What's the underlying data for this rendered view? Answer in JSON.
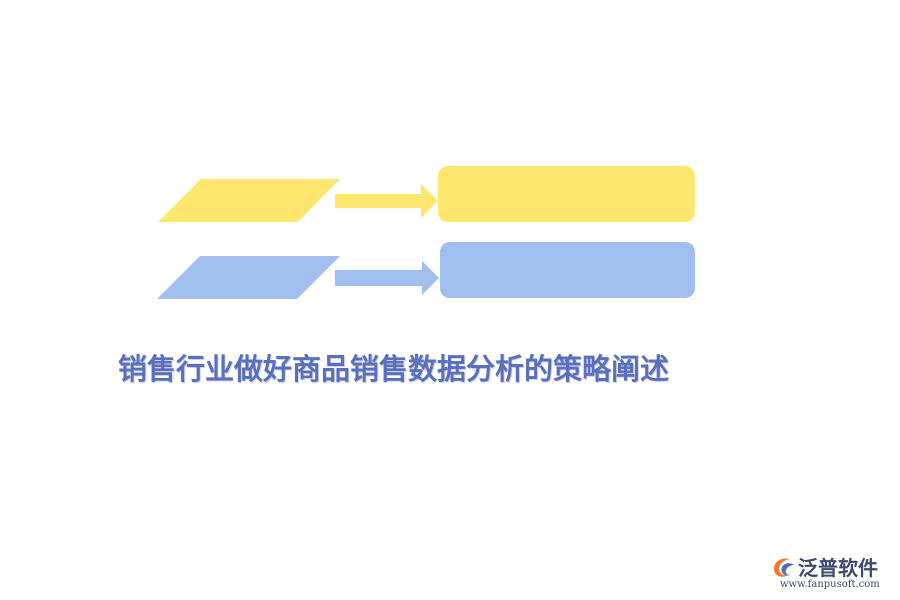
{
  "title": "销售行业做好商品销售数据分析的策略阐述",
  "logo": {
    "name": "泛普软件",
    "url": "www.fanpusoft.com"
  },
  "colors": {
    "yellow": "#FDE76E",
    "blue": "#A0BEEE",
    "title": "#5B6FBF",
    "logo_text": "#3E4A6B",
    "logo_mark_orange": "#F07A2A",
    "logo_mark_blue": "#4E6FB8"
  },
  "rows": [
    {
      "color": "yellow"
    },
    {
      "color": "blue"
    }
  ]
}
